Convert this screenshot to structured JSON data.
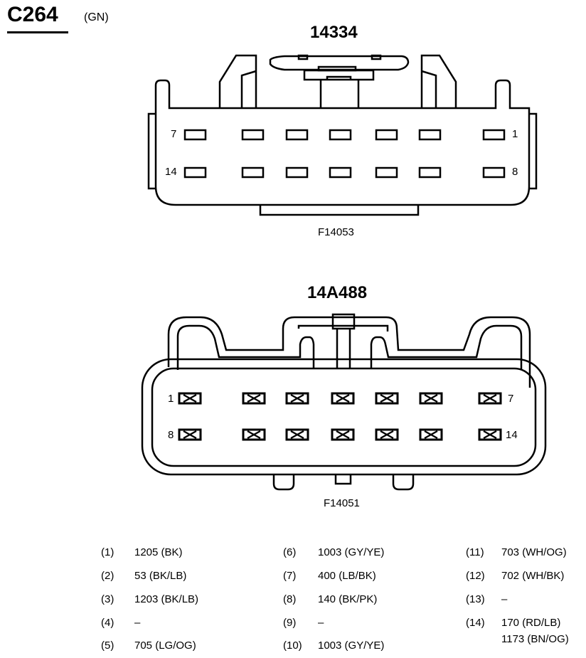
{
  "header": {
    "connector_id": "C264",
    "color_code": "(GN)"
  },
  "connectors": [
    {
      "part_number": "14334",
      "figure_id": "F14053",
      "pin_labels": {
        "top_left": "7",
        "top_right": "1",
        "bottom_left": "14",
        "bottom_right": "8"
      }
    },
    {
      "part_number": "14A488",
      "figure_id": "F14051",
      "pin_labels": {
        "top_left": "1",
        "top_right": "7",
        "bottom_left": "8",
        "bottom_right": "14"
      }
    }
  ],
  "pins": [
    {
      "num": "(1)",
      "circuit": "1205 (BK)"
    },
    {
      "num": "(2)",
      "circuit": "53 (BK/LB)"
    },
    {
      "num": "(3)",
      "circuit": "1203 (BK/LB)"
    },
    {
      "num": "(4)",
      "circuit": "–"
    },
    {
      "num": "(5)",
      "circuit": "705 (LG/OG)"
    },
    {
      "num": "(6)",
      "circuit": "1003 (GY/YE)"
    },
    {
      "num": "(7)",
      "circuit": "400 (LB/BK)"
    },
    {
      "num": "(8)",
      "circuit": "140 (BK/PK)"
    },
    {
      "num": "(9)",
      "circuit": "–"
    },
    {
      "num": "(10)",
      "circuit": "1003 (GY/YE)"
    },
    {
      "num": "(11)",
      "circuit": "703 (WH/OG)"
    },
    {
      "num": "(12)",
      "circuit": "702 (WH/BK)"
    },
    {
      "num": "(13)",
      "circuit": "–"
    },
    {
      "num": "(14)",
      "circuit": "170 (RD/LB)",
      "circuit2": "1173 (BN/OG)"
    }
  ]
}
